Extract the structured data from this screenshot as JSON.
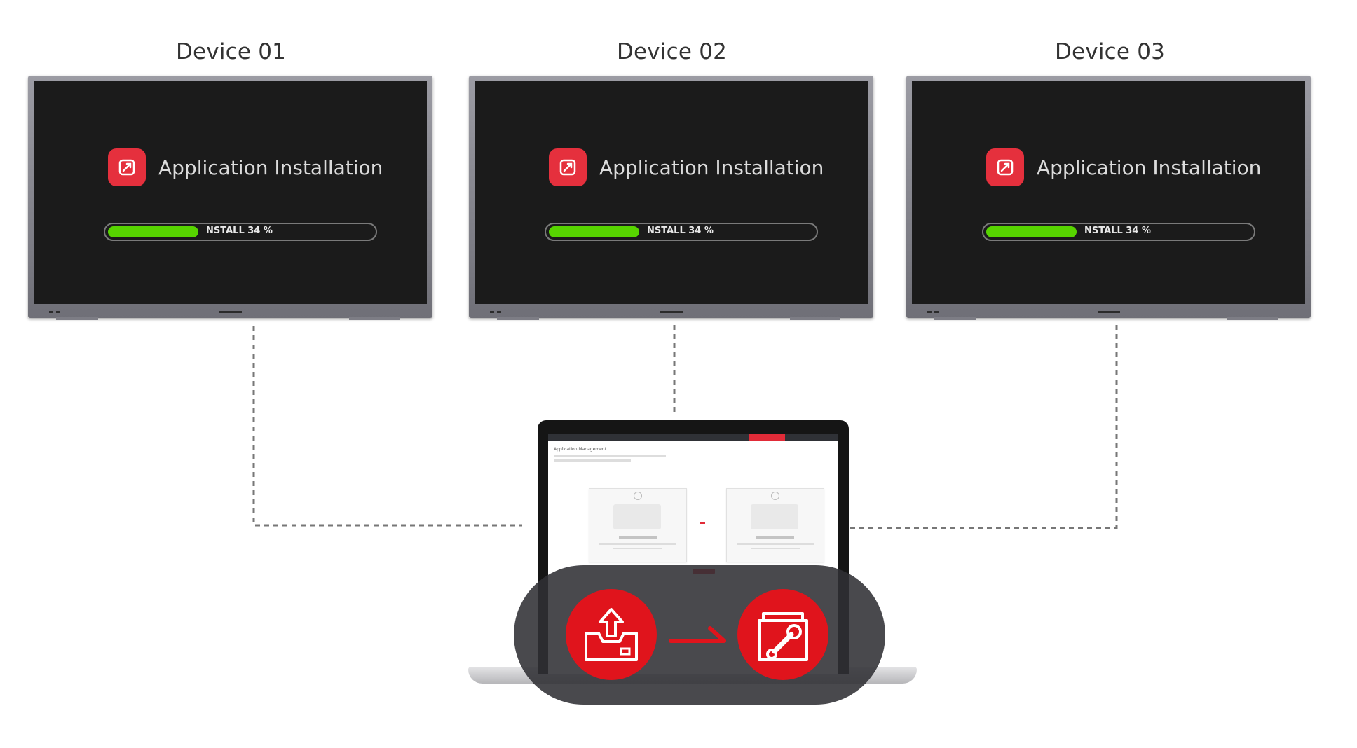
{
  "devices": [
    {
      "label": "Device 01",
      "app_title": "Application Installation",
      "status_text": "NSTALL  34  %",
      "progress_fraction": 0.34
    },
    {
      "label": "Device 02",
      "app_title": "Application Installation",
      "status_text": "NSTALL  34  %",
      "progress_fraction": 0.34
    },
    {
      "label": "Device 03",
      "app_title": "Application Installation",
      "status_text": "NSTALL  34  %",
      "progress_fraction": 0.34
    }
  ],
  "laptop": {
    "screen_heading": "Application Management"
  },
  "icons": {
    "app": "app-install-icon",
    "step1": "upload-tray-icon",
    "step2": "toolbox-wrench-icon",
    "connector": "right-arrow-icon"
  },
  "colors": {
    "accent_red": "#e0141c",
    "app_icon_red": "#e5303d",
    "progress_green": "#57d400",
    "screen_bg": "#1b1b1b",
    "overlay_bg": "#303034"
  }
}
